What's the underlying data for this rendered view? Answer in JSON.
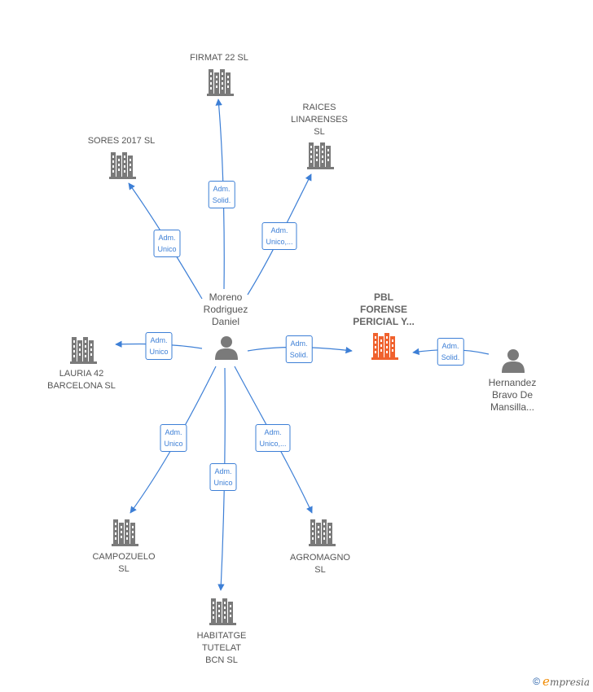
{
  "colors": {
    "edge": "#3d7fd6",
    "building": "#7a7a7a",
    "focus": "#f0622e",
    "person": "#7a7a7a"
  },
  "nodes": {
    "firmat": {
      "lines": [
        "FIRMAT 22  SL"
      ],
      "icon": "building-icon"
    },
    "raices": {
      "lines": [
        "RAICES",
        "LINARENSES",
        "SL"
      ],
      "icon": "building-icon"
    },
    "sores": {
      "lines": [
        "SORES 2017  SL"
      ],
      "icon": "building-icon"
    },
    "moreno": {
      "lines": [
        "Moreno",
        "Rodriguez",
        "Daniel"
      ],
      "icon": "person-icon"
    },
    "pbl": {
      "lines": [
        "PBL",
        "FORENSE",
        "PERICIAL Y..."
      ],
      "icon": "building-icon"
    },
    "hernandez": {
      "lines": [
        "Hernandez",
        "Bravo De",
        "Mansilla..."
      ],
      "icon": "person-icon"
    },
    "lauria": {
      "lines": [
        "LAURIA 42",
        "BARCELONA  SL"
      ],
      "icon": "building-icon"
    },
    "campozuelo": {
      "lines": [
        "CAMPOZUELO",
        "SL"
      ],
      "icon": "building-icon"
    },
    "agromagno": {
      "lines": [
        "AGROMAGNO",
        "SL"
      ],
      "icon": "building-icon"
    },
    "habitatge": {
      "lines": [
        "HABITATGE",
        "TUTELAT",
        "BCN SL"
      ],
      "icon": "building-icon"
    }
  },
  "edges": {
    "firmat": [
      "Adm.",
      "Solid."
    ],
    "sores": [
      "Adm.",
      "Unico"
    ],
    "raices": [
      "Adm.",
      "Unico,..."
    ],
    "lauria": [
      "Adm.",
      "Unico"
    ],
    "pbl": [
      "Adm.",
      "Solid."
    ],
    "hernandez": [
      "Adm.",
      "Solid."
    ],
    "campozuelo": [
      "Adm.",
      "Unico"
    ],
    "habitatge": [
      "Adm.",
      "Unico"
    ],
    "agromagno": [
      "Adm.",
      "Unico,..."
    ]
  },
  "footer": {
    "copyright": "©",
    "brand_initial": "e",
    "brand_rest": "mpresia"
  }
}
